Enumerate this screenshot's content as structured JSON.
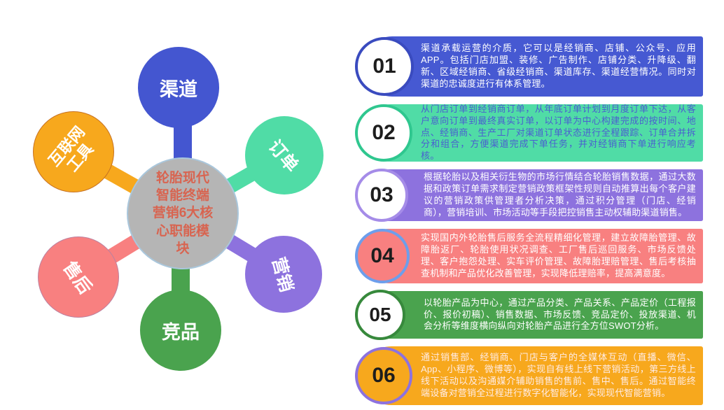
{
  "center": {
    "title": "轮胎现代智能终端营销6大核心职能模块",
    "lines": [
      "轮胎现代",
      "智能终端",
      "营销6大核",
      "心职能模",
      "块"
    ],
    "fill": "#b5b5b5",
    "text_color": "#d86450"
  },
  "nodes": [
    {
      "label": "渠道",
      "color": "#4456d0"
    },
    {
      "label": "订单",
      "color": "#50dca6"
    },
    {
      "label": "营销",
      "color": "#8d72de"
    },
    {
      "label": "竞品",
      "color": "#4aa34e"
    },
    {
      "label": "售后",
      "color": "#f88080"
    },
    {
      "label": "互联网工具",
      "line1": "互联网",
      "line2": "工具",
      "color": "#f7a81d"
    }
  ],
  "items": [
    {
      "number": "01",
      "text": "渠道承载运营的介质，它可以是经销商、店铺、公众号、应用APP。包括门店加盟、装修、广告制作、店铺分类、升降级、翻新、区域经销商、省级经销商、渠道库存、渠道经营情况。同时对渠道的忠诚度进行有体系管理。",
      "bar_color": "#4659d2",
      "circle_fill": "#ffffff",
      "circle_border": "#3a4bbf",
      "text_color": "#ffffff"
    },
    {
      "number": "02",
      "text": "从门店订单到经销商订单，从年底订单计划到月度订单下达，从客户意向订单到最终真实订单，以订单为中心构建完成的按时间、地点、经销商、生产工厂对渠道订单状态进行全程跟踪、订单合并拆分和组合，方便渠道完成下单任务，并对经销商下单进行响应考核。",
      "bar_color": "#50dca6",
      "circle_fill": "#ffffff",
      "circle_border": "#2fc78f",
      "text_color": "#4a5ed0"
    },
    {
      "number": "03",
      "text": "根据轮胎以及相关衍生物的市场行情结合轮胎销售数据，通过大数据和政策订单需求制定营销政策框架性规则自动推算出每个客户建议的营销政策供管理者分析决策，通过积分管理（门店、经销商），营销培训、市场活动等手段把控销售主动权辅助渠道销售。",
      "bar_color": "#8d72de",
      "circle_fill": "#ffffff",
      "circle_border": "#a58ce8",
      "text_color": "#ffffff"
    },
    {
      "number": "04",
      "text": "实现国内外轮胎售后服务全流程精细化管理，建立故障胎管理、故障胎返厂、轮胎使用状况调查、工厂售后巡回服务、市场反馈处理、客户抱怨处理、实车评价管理、故障胎理赔管理、售后考核抽查机制和产品优化改善管理，实现降低理赔率，提高满意度。",
      "bar_color": "#f88080",
      "circle_fill": "#f88080",
      "circle_border": "#6d9eeb",
      "text_color": "#ffffff"
    },
    {
      "number": "05",
      "text": "以轮胎产品为中心，通过产品分类、产品关系、产品定价（工程报价、报价初稿）、销售数据、市场反馈、竞品定价、投放渠道、机会分析等维度横向纵向对轮胎产品进行全方位SWOT分析。",
      "bar_color": "#4aa34e",
      "circle_fill": "#ffffff",
      "circle_border": "#37893c",
      "text_color": "#ffffff"
    },
    {
      "number": "06",
      "text": "通过销售部、经销商、门店与客户的全媒体互动（直播、微信、App、小程序、微博等），实现自有线上线下营销活动，第三方线上线下活动以及沟通媒介辅助销售的售前、售中、售后。通过智能终端设备对营销全过程进行数字化智能化，实现现代智能营销。",
      "bar_color": "#f7a81d",
      "circle_fill": "#f7a81d",
      "circle_border": "#8d72de",
      "text_color": "#ffece6"
    }
  ]
}
